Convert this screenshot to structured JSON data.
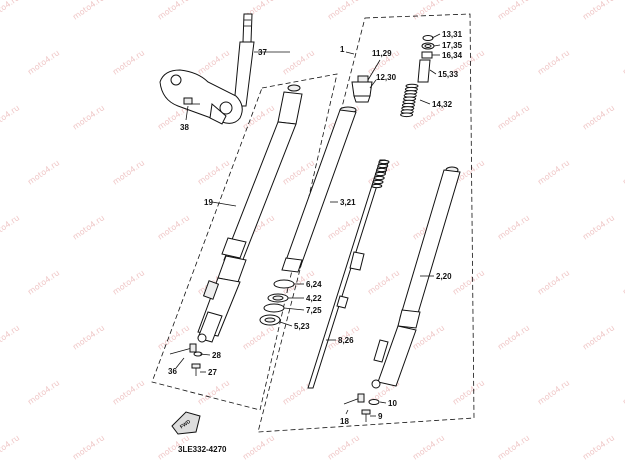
{
  "diagram": {
    "reference_code": "3LE332-4270",
    "front_arrow_text": "FWD",
    "watermark_text": "moto4.ru",
    "labels": {
      "p37": "37",
      "p38": "38",
      "p19": "19",
      "p1": "1",
      "p11_29": "11,29",
      "p12_30": "12,30",
      "p13_31": "13,31",
      "p17_35": "17,35",
      "p16_34": "16,34",
      "p15_33": "15,33",
      "p14_32": "14,32",
      "p3_21": "3,21",
      "p6_24": "6,24",
      "p4_22": "4,22",
      "p7_25": "7,25",
      "p5_23": "5,23",
      "p8_26": "8,26",
      "p2_20": "2,20",
      "p28": "28",
      "p36": "36",
      "p27": "27",
      "p10": "10",
      "p18": "18",
      "p9": "9"
    }
  }
}
